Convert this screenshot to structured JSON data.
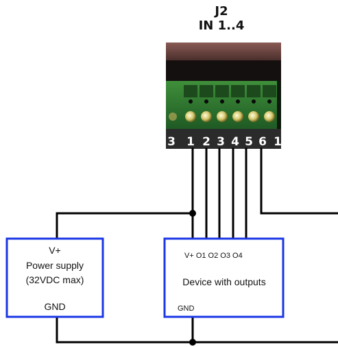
{
  "header": {
    "line1": "J2",
    "line2": "IN 1..4"
  },
  "connector": {
    "pin_labels": [
      "3",
      "1",
      "2",
      "3",
      "4",
      "5",
      "6",
      "1"
    ]
  },
  "power_supply": {
    "vplus": "V+",
    "line1": "Power supply",
    "line2": "(32VDC max)",
    "gnd": "GND"
  },
  "device": {
    "pins": "V+ O1 O2 O3 O4",
    "title": "Device with outputs",
    "gnd": "GND"
  },
  "colors": {
    "box_border": "#1a36e6",
    "wire": "#000000"
  }
}
